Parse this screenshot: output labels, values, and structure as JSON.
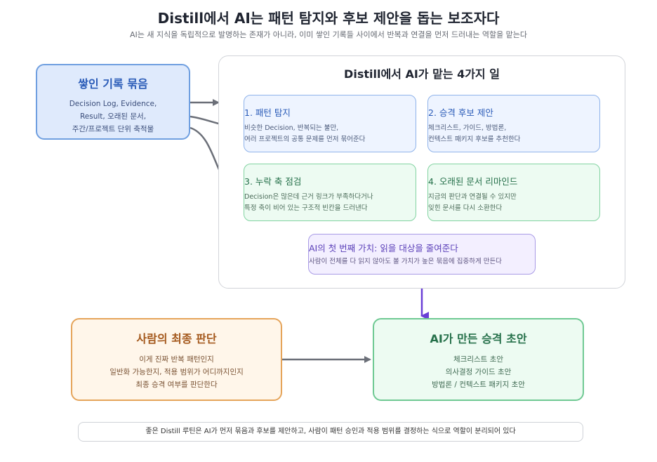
{
  "header": {
    "title": "Distill에서 AI는 패턴 탐지와 후보 제안을 돕는 보조자다",
    "subtitle": "AI는 새 지식을 독립적으로 발명하는 존재가 아니라, 이미 쌓인 기록들 사이에서 반복과 연결을 먼저 드러내는 역할을 맡는다"
  },
  "source": {
    "title": "쌓인 기록 묶음",
    "lines": [
      "Decision Log, Evidence,",
      "Result, 오래된 문서,",
      "주간/프로젝트 단위 축적물"
    ]
  },
  "panel": {
    "title": "Distill에서 AI가 맡는 4가지 일",
    "cards": [
      {
        "title": "1. 패턴 탐지",
        "lines": [
          "비슷한 Decision, 반복되는 불만,",
          "여러 프로젝트의 공통 문제를 먼저 묶어준다"
        ]
      },
      {
        "title": "2. 승격 후보 제안",
        "lines": [
          "체크리스트, 가이드, 방법론,",
          "컨텍스트 패키지 후보를 추천한다"
        ]
      },
      {
        "title": "3. 누락 축 점검",
        "lines": [
          "Decision은 많은데 근거 링크가 부족하다거나",
          "특정 축이 비어 있는 구조적 빈칸을 드러낸다"
        ]
      },
      {
        "title": "4. 오래된 문서 리마인드",
        "lines": [
          "지금의 판단과 연결될 수 있지만",
          "잊힌 문서를 다시 소환한다"
        ]
      }
    ],
    "value": {
      "title": "AI의 첫 번째 가치: 읽을 대상을 줄여준다",
      "line": "사람이 전체를 다 읽지 않아도 볼 가치가 높은 묶음에 집중하게 만든다"
    }
  },
  "human": {
    "title": "사람의 최종 판단",
    "lines": [
      "이게 진짜 반복 패턴인지",
      "일반화 가능한지, 적용 범위가 어디까지인지",
      "최종 승격 여부를 판단한다"
    ]
  },
  "draft": {
    "title": "AI가 만든 승격 초안",
    "lines": [
      "체크리스트 초안",
      "의사결정 가이드 초안",
      "방법론 / 컨텍스트 패키지 초안"
    ]
  },
  "footer": {
    "text": "좋은 Distill 루틴은 AI가 먼저 묶음과 후보를 제안하고, 사람이 패턴 승인과 적용 범위를 결정하는 식으로 역할이 분리되어 있다"
  },
  "colors": {
    "arrow_gray": "#6b6f78",
    "arrow_purple": "#6a3fd6"
  }
}
